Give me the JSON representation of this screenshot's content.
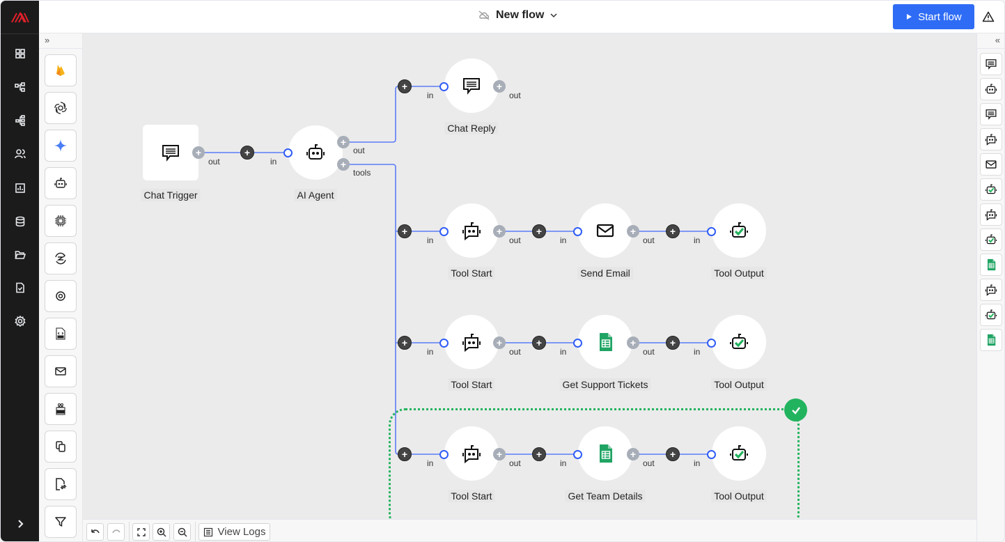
{
  "header": {
    "title": "New flow",
    "start_label": "Start flow",
    "accent": "#2f6cf5"
  },
  "leftnav": {
    "items": [
      "dashboard",
      "flows",
      "hierarchy",
      "users",
      "reports",
      "database",
      "folder",
      "tasks",
      "settings"
    ],
    "expand": "chevron-right"
  },
  "palette": {
    "toggle": "»",
    "items": [
      "firebase",
      "openai",
      "gemini",
      "bot",
      "ai-chip",
      "sync",
      "settings",
      "xml-file",
      "email",
      "ftp",
      "copy",
      "file-transfer",
      "filter"
    ]
  },
  "rightpanel": {
    "toggle": "«",
    "items": [
      "chat",
      "bot",
      "chat",
      "bot-chat",
      "email",
      "bot-check",
      "bot-chat",
      "bot-check",
      "sheets",
      "bot-chat",
      "bot-check",
      "sheets"
    ]
  },
  "bottombar": {
    "view_logs": "View Logs"
  },
  "canvas": {
    "ports": {
      "in": "in",
      "out": "out",
      "tools": "tools"
    },
    "nodes": {
      "chat_trigger": "Chat Trigger",
      "ai_agent": "AI Agent",
      "chat_reply": "Chat Reply",
      "row1": [
        "Tool Start",
        "Send Email",
        "Tool Output"
      ],
      "row2": [
        "Tool Start",
        "Get Support Tickets",
        "Tool Output"
      ],
      "row3": [
        "Tool Start",
        "Get Team Details",
        "Tool Output"
      ]
    },
    "selection_status": "success",
    "success_color": "#22b35e",
    "wire_color": "#5b7cf7"
  }
}
